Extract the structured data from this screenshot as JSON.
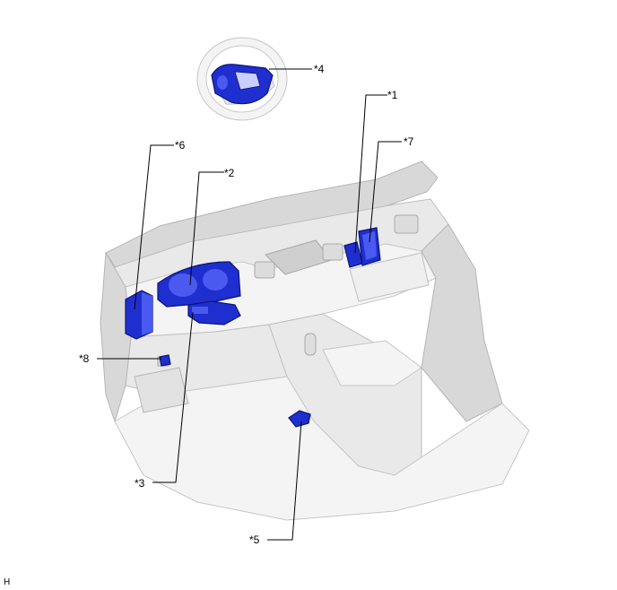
{
  "figure_code": "H",
  "callouts": [
    {
      "id": "c1",
      "text": "*1"
    },
    {
      "id": "c2",
      "text": "*2"
    },
    {
      "id": "c3",
      "text": "*3"
    },
    {
      "id": "c4",
      "text": "*4"
    },
    {
      "id": "c5",
      "text": "*5"
    },
    {
      "id": "c6",
      "text": "*6"
    },
    {
      "id": "c7",
      "text": "*7"
    },
    {
      "id": "c8",
      "text": "*8"
    }
  ],
  "colors": {
    "highlight": "#1f2fcf",
    "interior": "#e9e9e9",
    "line": "#000000"
  }
}
